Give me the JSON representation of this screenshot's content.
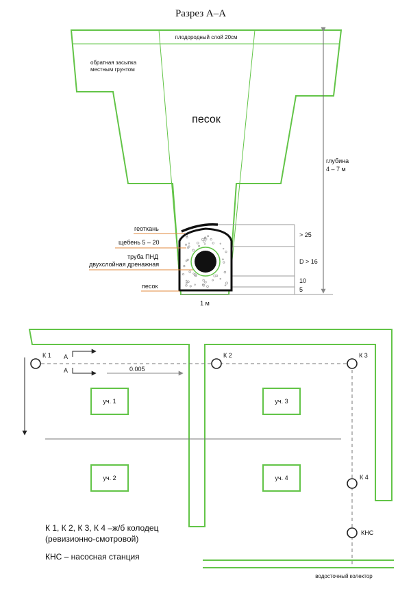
{
  "section": {
    "title": "Разрез А–А",
    "topsoil": "плодородный слой 20см",
    "backfill_line1": "обратная засыпка",
    "backfill_line2": "местным грунтом",
    "sand": "песок",
    "depth_line1": "глубина",
    "depth_line2": "4 – 7 м",
    "geotextile": "геоткань",
    "gravel": "щебень 5 – 20",
    "pipe_line1": "труба ПНД",
    "pipe_line2": "двухслойная дренажная",
    "sand_bottom": "песок",
    "width": "1 м",
    "dim_top": "> 25",
    "dim_pipe": "D > 16",
    "dim_10": "10",
    "dim_5": "5"
  },
  "plan": {
    "wells": [
      "К 1",
      "К 2",
      "К 3",
      "К 4",
      "КНС"
    ],
    "section_mark": "А",
    "slope": "0.005",
    "plots": [
      "уч. 1",
      "уч. 2",
      "уч. 3",
      "уч. 4"
    ],
    "collector": "водосточный колектор"
  },
  "legend": {
    "line1": "К 1, К 2, К 3, К 4 –ж/б колодец",
    "line2": "(ревизионно-смотровой)",
    "line3": "КНС – насосная станция"
  },
  "colors": {
    "outline_green": "#62c447",
    "leader_orange": "#e08a3c",
    "ink": "#111111"
  }
}
